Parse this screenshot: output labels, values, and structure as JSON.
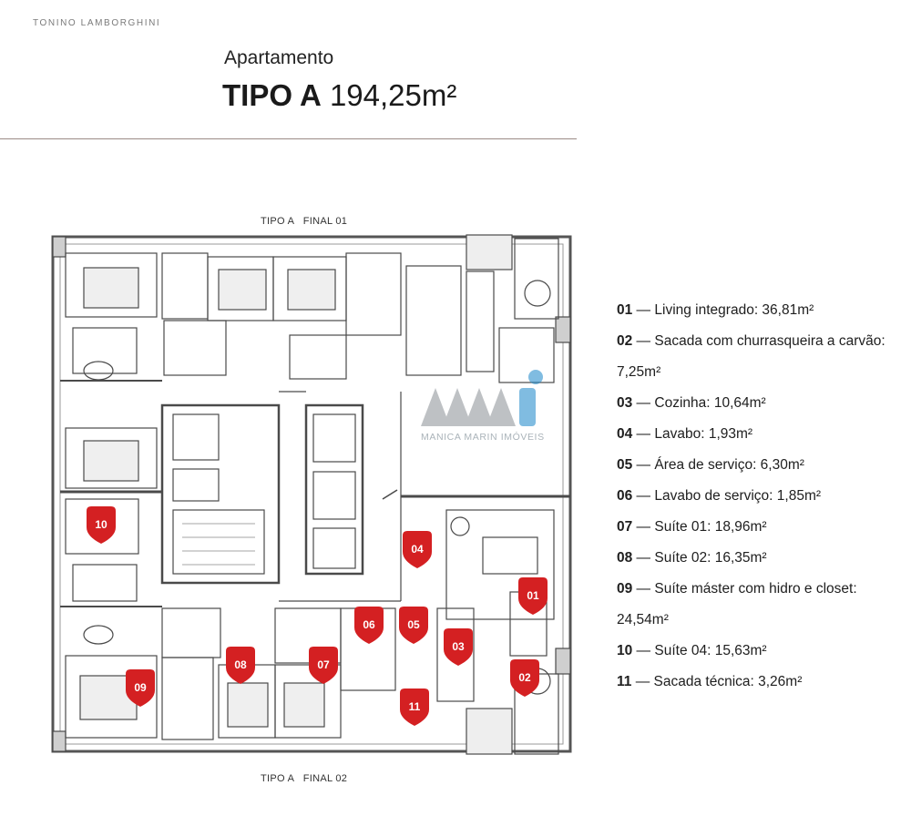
{
  "brand": "TONINO LAMBORGHINI",
  "subtitle": "Apartamento",
  "title": {
    "tipo": "TIPO A",
    "area": "194,25m²"
  },
  "plan": {
    "top_label": "TIPO A   FINAL 01",
    "bottom_label": "TIPO A   FINAL 02",
    "watermark": "MANICA MARIN IMÓVEIS",
    "marker_color": "#d42022",
    "markers": [
      {
        "label": "10"
      },
      {
        "label": "04"
      },
      {
        "label": "01"
      },
      {
        "label": "06"
      },
      {
        "label": "05"
      },
      {
        "label": "03"
      },
      {
        "label": "08"
      },
      {
        "label": "07"
      },
      {
        "label": "09"
      },
      {
        "label": "02"
      },
      {
        "label": "11"
      }
    ]
  },
  "legend": [
    {
      "num": "01",
      "text": "Living integrado: 36,81m²"
    },
    {
      "num": "02",
      "text": "Sacada com churrasqueira a carvão: 7,25m²"
    },
    {
      "num": "03",
      "text": "Cozinha: 10,64m²"
    },
    {
      "num": "04",
      "text": "Lavabo: 1,93m²"
    },
    {
      "num": "05",
      "text": "Área de serviço: 6,30m²"
    },
    {
      "num": "06",
      "text": "Lavabo de serviço: 1,85m²"
    },
    {
      "num": "07",
      "text": "Suíte 01: 18,96m²"
    },
    {
      "num": "08",
      "text": "Suíte 02: 16,35m²"
    },
    {
      "num": "09",
      "text": "Suíte máster com hidro e closet: 24,54m²"
    },
    {
      "num": "10",
      "text": "Suíte 04: 15,63m²"
    },
    {
      "num": "11",
      "text": "Sacada técnica: 3,26m²"
    }
  ]
}
